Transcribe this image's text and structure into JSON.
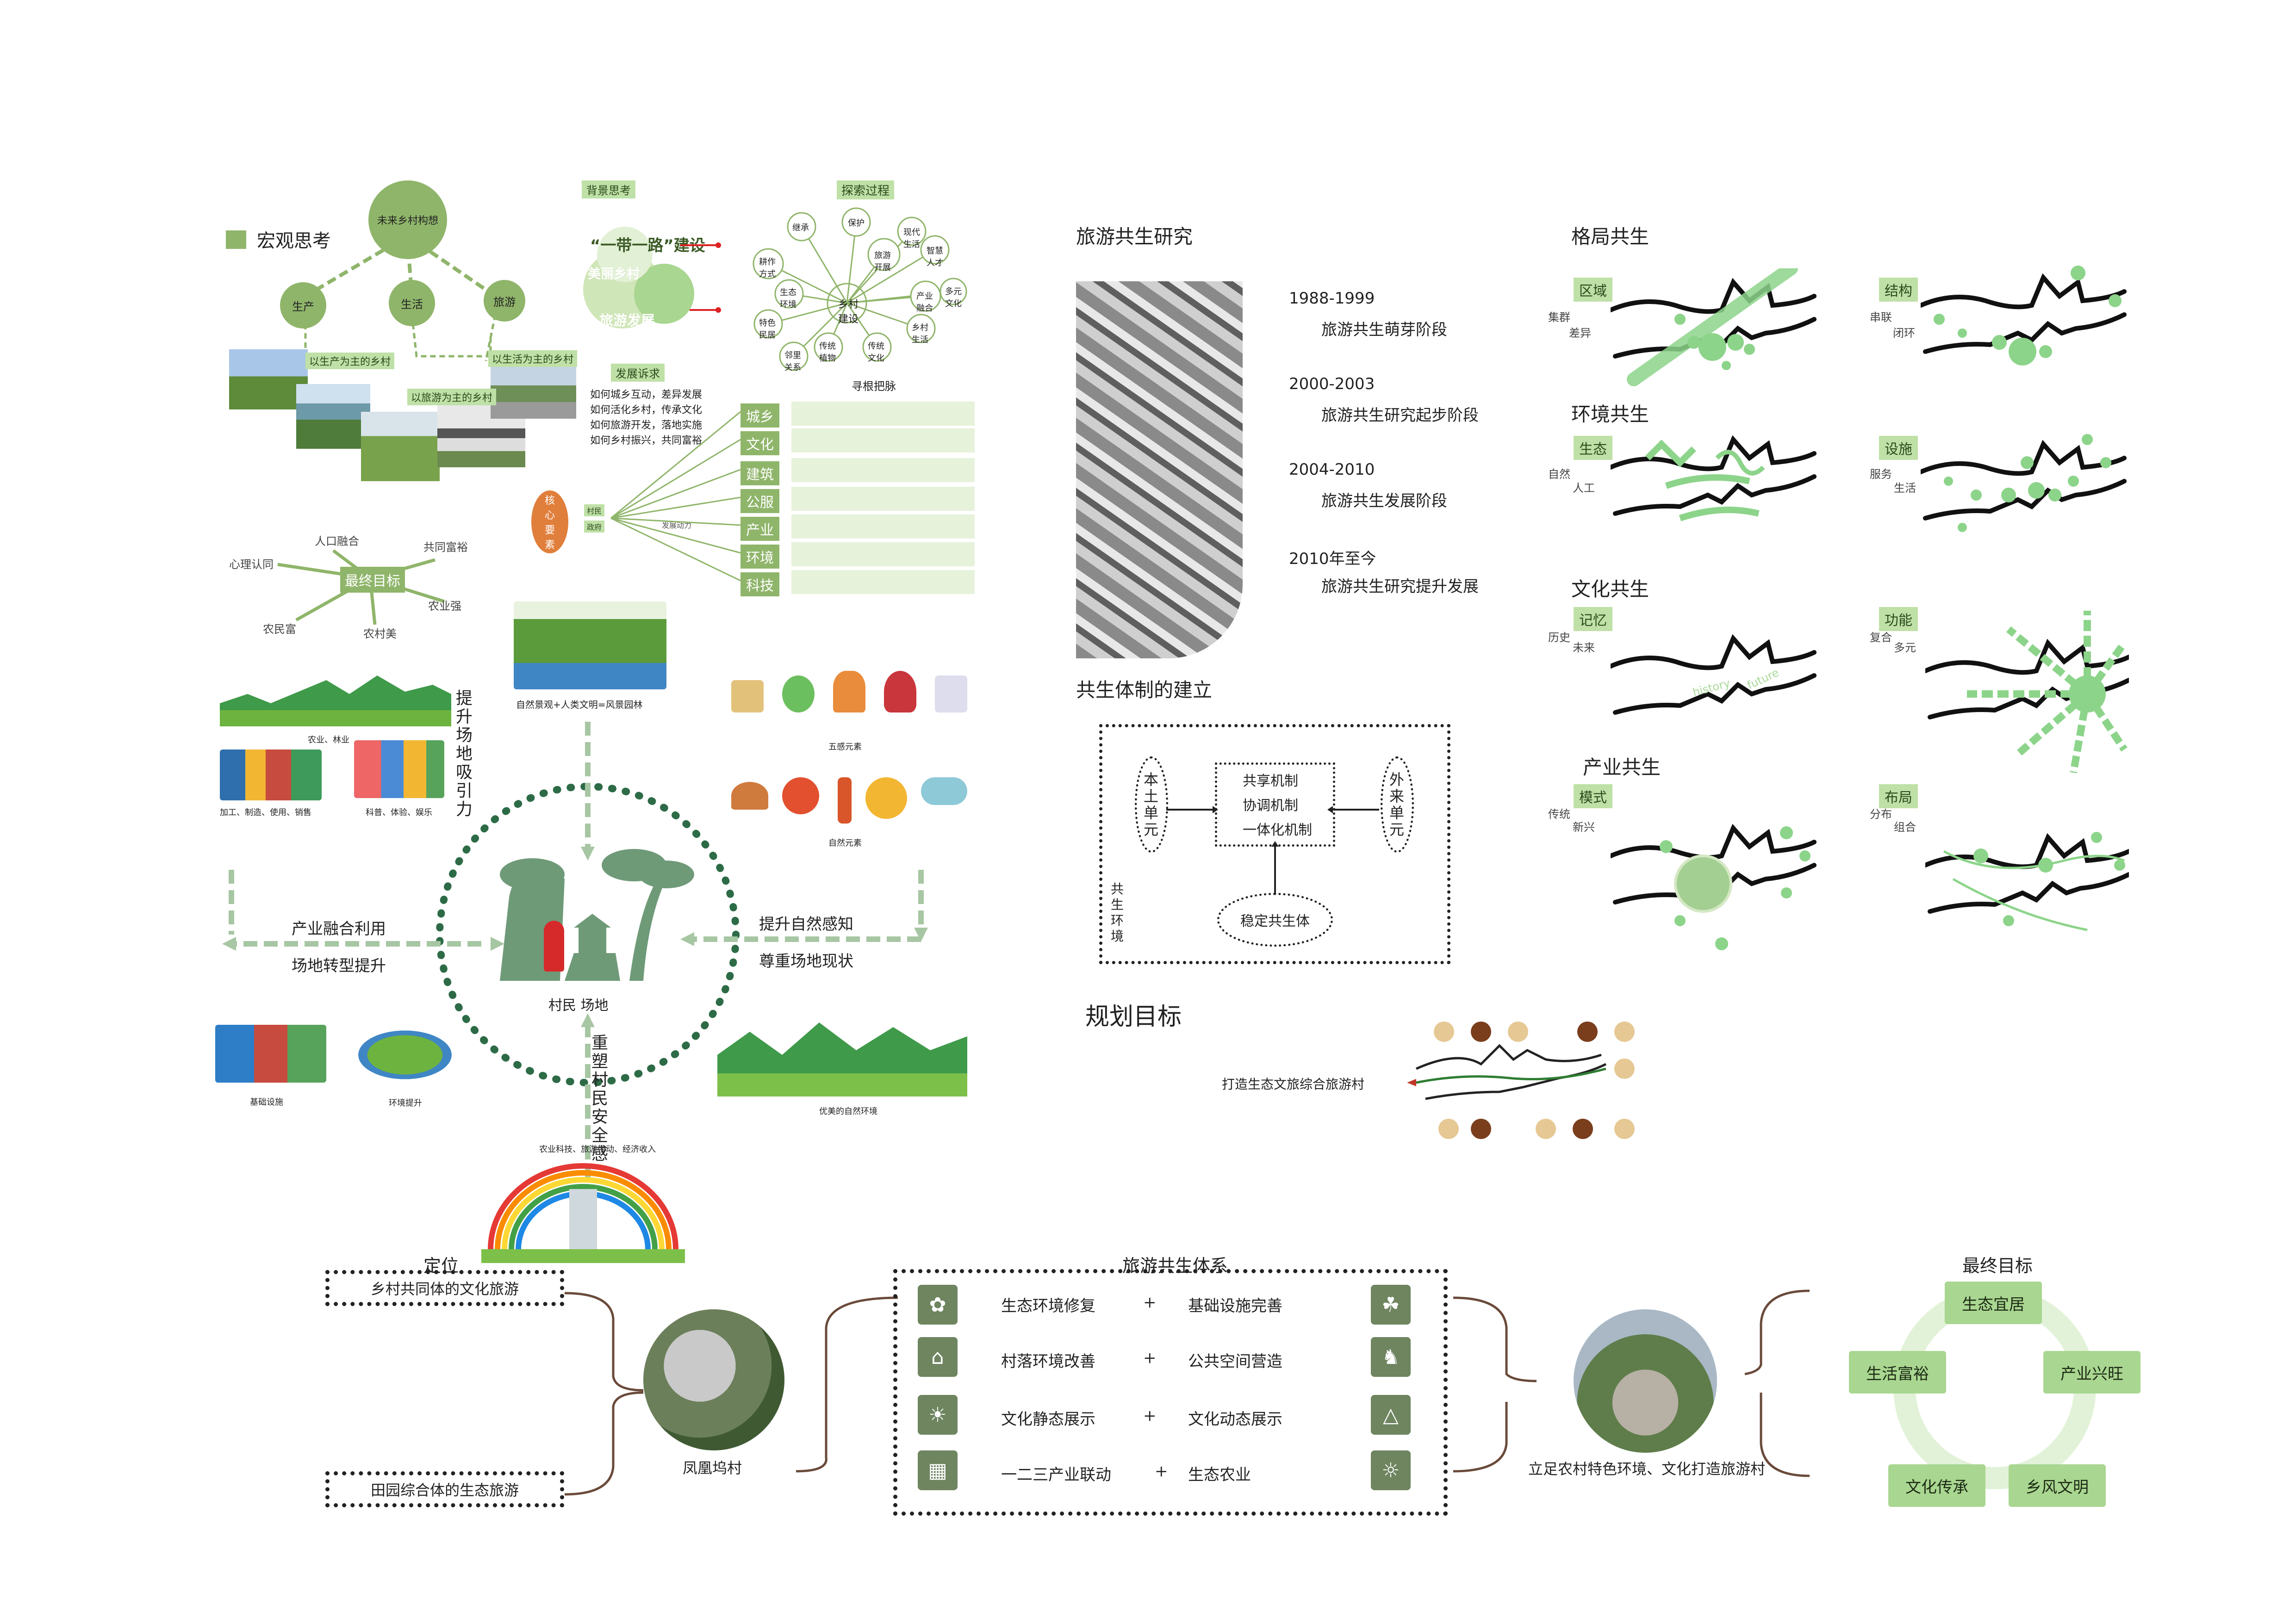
{
  "colors": {
    "accent": "#8fb56a",
    "light": "#bfe0a6",
    "dark": "#6e8560",
    "frame": "#222222"
  },
  "macro": {
    "title": "宏观思考",
    "root": "未来乡村构想",
    "nodes": [
      "生产",
      "生活",
      "旅游"
    ],
    "photo_labels": [
      "以生产为主的乡村",
      "以旅游为主的乡村",
      "以生活为主的乡村"
    ],
    "goal_center": "最终目标",
    "goal_items": [
      "人口融合",
      "共同富裕",
      "心理认同",
      "农业强",
      "农民富",
      "农村美"
    ],
    "core": "核心要素",
    "core_small": [
      "村民",
      "政府"
    ],
    "driver_label": "发展动力"
  },
  "background": {
    "tag": "背景思考",
    "belt": "“一带一路”建设",
    "beauty": "美丽乡村",
    "tourism": "旅游发展"
  },
  "explore": {
    "tag": "探索过程",
    "center": "乡村建设",
    "caption": "寻根把脉",
    "ring": [
      "继承",
      "保护",
      "旅游开展",
      "现代生活",
      "智慧人才",
      "产业融合",
      "多元文化",
      "乡村生活",
      "传统文化",
      "传统植物",
      "邻里关系",
      "特色民居",
      "生态环境",
      "耕作方式"
    ]
  },
  "demands": {
    "tag": "发展诉求",
    "lines": [
      "如何城乡互动，差异发展",
      "如何活化乡村，传承文化",
      "如何旅游开发，落地实施",
      "如何乡村振兴，共同富裕"
    ]
  },
  "factors": [
    "城乡",
    "文化",
    "建筑",
    "公服",
    "产业",
    "环境",
    "科技"
  ],
  "circle": {
    "center_label": "村民 场地",
    "top_caption": "自然景观+人类文明=风景园林",
    "left_v": "提升场地吸引力",
    "left_h1": "产业融合利用",
    "left_h2": "场地转型提升",
    "right_h1": "提升自然感知",
    "right_h2": "尊重场地现状",
    "bottom_v": "重塑村民安全感",
    "cap_agri": "农业、林业",
    "cap_process": "加工、制造、使用、销售",
    "cap_science": "科普、体验、娱乐",
    "cap_five": "五感元素",
    "cap_nature": "自然元素",
    "cap_infra": "基础设施",
    "cap_env": "环境提升",
    "cap_good": "优美的自然环境",
    "cap_income": "农业科技、旅游带动、经济收入"
  },
  "research": {
    "title": "旅游共生研究",
    "timeline": [
      {
        "year": "1988-1999",
        "stage": "旅游共生萌芽阶段"
      },
      {
        "year": "2000-2003",
        "stage": "旅游共生研究起步阶段"
      },
      {
        "year": "2004-2010",
        "stage": "旅游共生发展阶段"
      },
      {
        "year": "2010年至今",
        "stage": "旅游共生研究提升发展"
      }
    ]
  },
  "mechanism": {
    "title": "共生体制的建立",
    "left": "本土单元",
    "right": "外来单元",
    "center_lines": [
      "共享机制",
      "协调机制",
      "一体化机制"
    ],
    "bottom": "稳定共生体",
    "env": "共生环境"
  },
  "planning": {
    "title": "规划目标",
    "caption": "打造生态文旅综合旅游村"
  },
  "symbiosis": [
    {
      "title": "格局共生",
      "a_tag": "区域",
      "a_words": [
        "集群",
        "差异"
      ],
      "b_tag": "结构",
      "b_words": [
        "串联",
        "闭环"
      ]
    },
    {
      "title": "环境共生",
      "a_tag": "生态",
      "a_words": [
        "自然",
        "人工"
      ],
      "b_tag": "设施",
      "b_words": [
        "服务",
        "生活"
      ]
    },
    {
      "title": "文化共生",
      "a_tag": "记忆",
      "a_words": [
        "历史",
        "未来"
      ],
      "b_tag": "功能",
      "b_words": [
        "复合",
        "多元"
      ]
    },
    {
      "title": "产业共生",
      "a_tag": "模式",
      "a_words": [
        "传统",
        "新兴"
      ],
      "b_tag": "布局",
      "b_words": [
        "分布",
        "组合"
      ]
    }
  ],
  "culture_words": [
    "history",
    "future"
  ],
  "bottom": {
    "position_title": "定位",
    "pos1": "乡村共同体的文化旅游",
    "pos2": "田园综合体的生态旅游",
    "village": "凤凰坞村",
    "system_title": "旅游共生体系",
    "system_rows": [
      {
        "a": "生态环境修复",
        "b": "基础设施完善"
      },
      {
        "a": "村落环境改善",
        "b": "公共空间营造"
      },
      {
        "a": "文化静态展示",
        "b": "文化动态展示"
      },
      {
        "a": "一二三产业联动",
        "b": "生态农业"
      }
    ],
    "plus": "+",
    "base_text": "立足农村特色环境、文化打造旅游村",
    "final_title": "最终目标",
    "final_goals": [
      "生态宜居",
      "产业兴旺",
      "乡风文明",
      "文化传承",
      "生活富裕"
    ]
  }
}
